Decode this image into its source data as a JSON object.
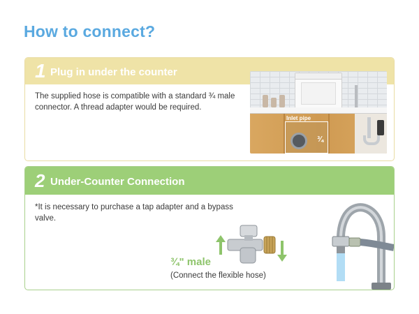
{
  "header": {
    "title": "How to connect?"
  },
  "step1": {
    "number": "1",
    "title": "Plug in under the counter",
    "description": "The supplied hose is compatible with a standard ¾ male connector. A thread adapter would be required.",
    "photo": {
      "inlet_label": "Inlet pipe",
      "fraction": "¾"
    }
  },
  "step2": {
    "number": "2",
    "title": "Under-Counter Connection",
    "description": "*It is necessary to purchase a tap adapter and a bypass valve.",
    "male_label": "¾\" male",
    "male_sub": "(Connect the flexible hose)"
  },
  "colors": {
    "title": "#5aa9e0",
    "step1_header": "#efe3a7",
    "step2_header": "#9dcf78",
    "accent_green": "#8ec46b"
  }
}
